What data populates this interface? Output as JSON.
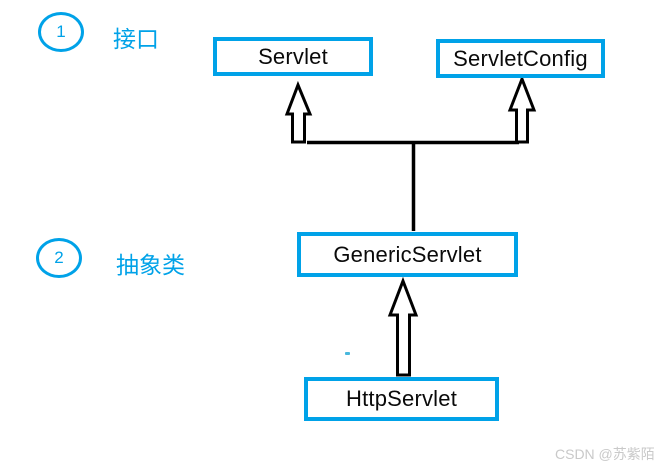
{
  "legend": {
    "items": [
      {
        "number": "1",
        "label": "接口"
      },
      {
        "number": "2",
        "label": "抽象类"
      }
    ]
  },
  "diagram": {
    "nodes": [
      {
        "id": "servlet",
        "label": "Servlet",
        "category": "interface"
      },
      {
        "id": "servlet-config",
        "label": "ServletConfig",
        "category": "interface"
      },
      {
        "id": "generic-servlet",
        "label": "GenericServlet",
        "category": "abstract-class"
      },
      {
        "id": "http-servlet",
        "label": "HttpServlet",
        "category": "class"
      }
    ],
    "relations": [
      {
        "from": "generic-servlet",
        "to": "servlet",
        "type": "implements"
      },
      {
        "from": "generic-servlet",
        "to": "servlet-config",
        "type": "implements"
      },
      {
        "from": "http-servlet",
        "to": "generic-servlet",
        "type": "extends"
      }
    ],
    "colors": {
      "box_border": "#00A2E8",
      "connector": "#000000",
      "node_text": "#0a0a0a",
      "legend_text": "#00A2E8"
    }
  },
  "watermark": {
    "text": "CSDN @苏紫陌",
    "color": "#c9c9c9"
  }
}
